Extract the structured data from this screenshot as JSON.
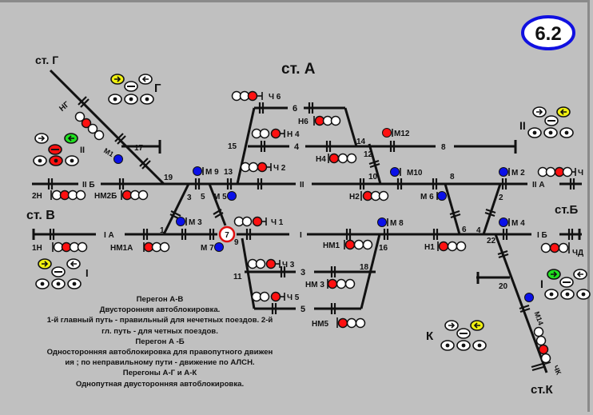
{
  "badge": {
    "text": "6.2",
    "border_color": "#1010e0"
  },
  "colors": {
    "track": "#111111",
    "red": "#ff1010",
    "blue": "#0a10e8",
    "yellow": "#f0f010",
    "green": "#20e020",
    "lamp_off": "#ffffff",
    "background": "#c0c0c0"
  },
  "stations": {
    "A": "ст. А",
    "B": "ст. В",
    "G": "ст. Г",
    "Bh": "ст.Б",
    "K": "ст.К"
  },
  "tracks": {
    "IIB": "II Б",
    "IA": "I А",
    "II": "II",
    "I": "I",
    "IIA": "II А",
    "IB": "I Б",
    "t6": "6",
    "t4": "4",
    "t8": "8",
    "t8b": "8",
    "t3": "3",
    "t5": "5"
  },
  "switches": [
    "1",
    "3",
    "5",
    "7",
    "9",
    "11",
    "13",
    "15",
    "17",
    "19",
    "2",
    "4",
    "6",
    "8",
    "10",
    "12",
    "14",
    "16",
    "18",
    "20",
    "22"
  ],
  "signals": {
    "NG": "НГ",
    "M1": "М1",
    "2N": "2Н",
    "NM2B": "НМ2Б",
    "1N": "1Н",
    "NM1A": "НМ1А",
    "M9": "М 9",
    "M5": "М 5",
    "M3": "М 3",
    "M7": "М 7",
    "Ch6": "Ч 6",
    "N6": "Н6",
    "Ch4": "Н 4",
    "N4": "Н4",
    "Ch2": "Ч 2",
    "M12": "М12",
    "M10": "М10",
    "N2": "Н2",
    "M6": "М 6",
    "M2": "М 2",
    "Ch": "Ч",
    "Ch1": "Ч 1",
    "M8": "М 8",
    "NM1": "НМ1",
    "N1": "Н1",
    "M4": "М 4",
    "ChD": "ЧД",
    "Ch3": "Ч 3",
    "NM3": "НМ 3",
    "Ch5": "Ч 5",
    "NM5": "НМ5",
    "M14": "М14",
    "ChK": "ЧК"
  },
  "block_groups": {
    "G": "Г",
    "IIleft": "II",
    "Ileft": "I",
    "IIright": "II",
    "Iright": "I",
    "K": "К"
  },
  "notes": [
    "Перегон А-В",
    "Двусторонняя  автоблокировка.",
    "1-й главный путь - правильный для нечетных поездов. 2-й",
    "гл. путь - для четных поездов.",
    "Перегон А -Б",
    "Односторонняя автоблокировка  для правопутного  движен",
    "ия ; по  неправильному пути - движение по АЛСН.",
    "Перегоны А-Г и А-К",
    "Однопутная двусторонняя автоблокировка."
  ]
}
